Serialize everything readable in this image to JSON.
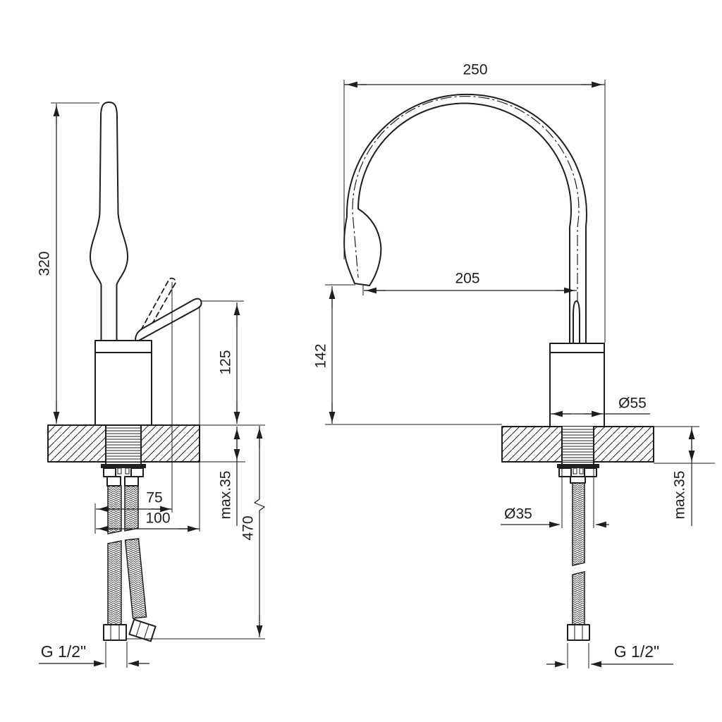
{
  "drawing": {
    "colors": {
      "line": "#1e1e1e",
      "background": "#ffffff"
    },
    "side_view": {
      "overall_height": "320",
      "lever_height": "125",
      "offset_75": "75",
      "offset_100": "100",
      "deck_thickness": "max.35",
      "hose_length": "470",
      "thread": "G 1/2\""
    },
    "front_view": {
      "overall_width": "250",
      "spout_reach": "205",
      "spout_height": "142",
      "body_diameter": "Ø55",
      "hole_diameter": "Ø35",
      "deck_thickness": "max.35",
      "thread": "G 1/2\""
    }
  }
}
